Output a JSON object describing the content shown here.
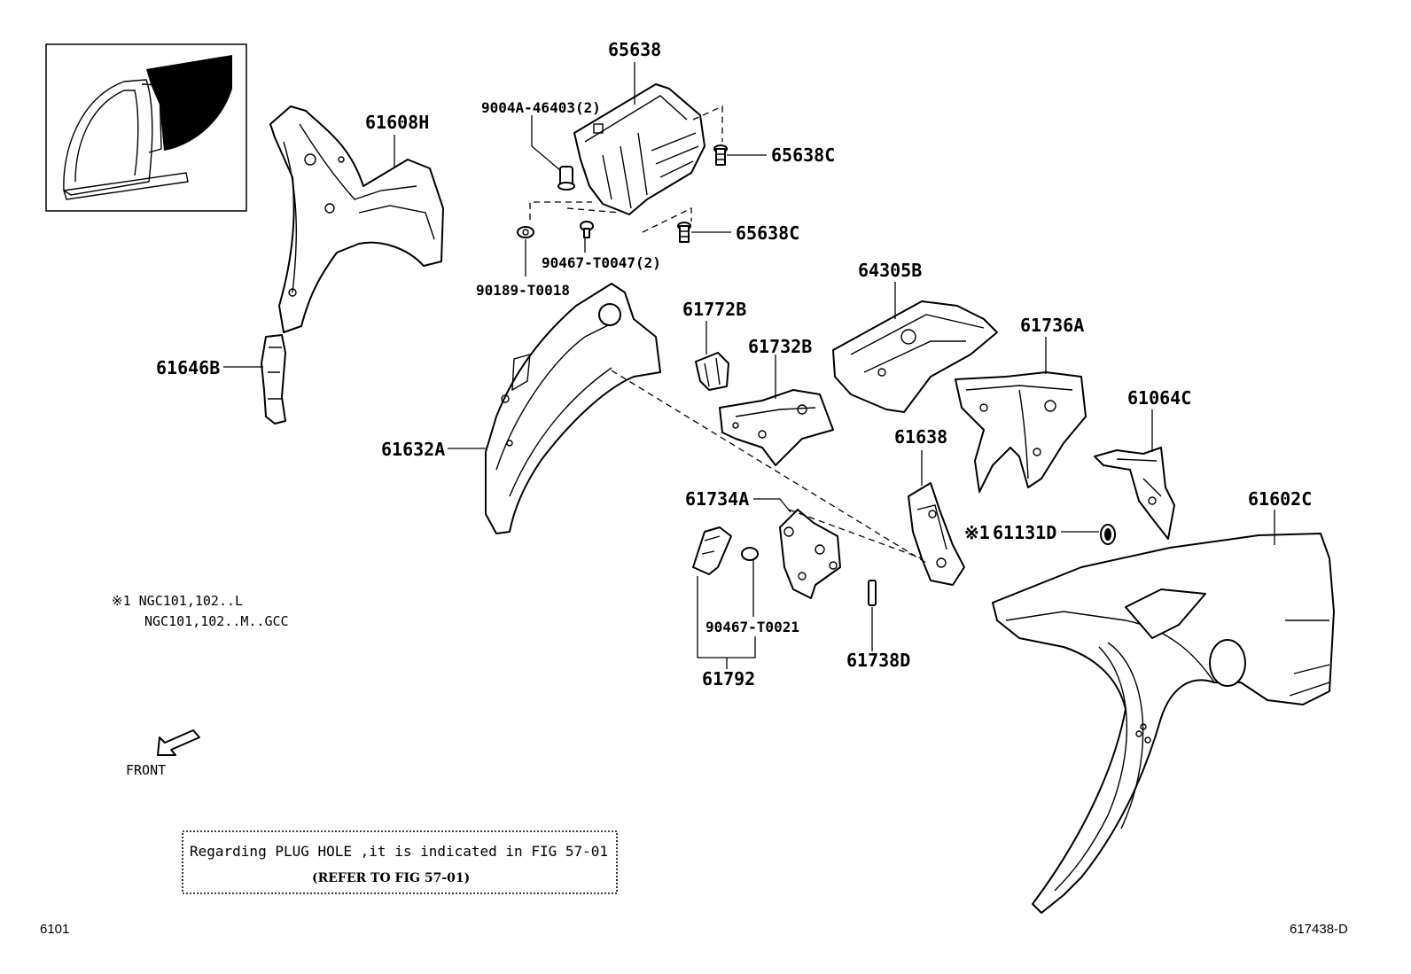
{
  "parts": {
    "p65638": "65638",
    "p9004a": "9004A-46403(2)",
    "p65638c_1": "65638C",
    "p65638c_2": "65638C",
    "p90467_t0047": "90467-T0047(2)",
    "p90189": "90189-T0018",
    "p61608h": "61608H",
    "p61646b": "61646B",
    "p61632a": "61632A",
    "p61772b": "61772B",
    "p61732b": "61732B",
    "p64305b": "64305B",
    "p61736a": "61736A",
    "p61064c": "61064C",
    "p61638": "61638",
    "p61131d": "61131D",
    "p61131d_mark": "※1",
    "p61602c": "61602C",
    "p61734a": "61734A",
    "p90467_t0021": "90467-T0021",
    "p61792": "61792",
    "p61738d": "61738D"
  },
  "footnote": {
    "line1": "※1 NGC101,102..L",
    "line2": "NGC101,102..M..GCC"
  },
  "front_label": "FRONT",
  "notice": {
    "line1": "Regarding PLUG HOLE ,it is indicated in FIG 57-01",
    "line2": "(REFER TO FIG 57-01)"
  },
  "page_code_left": "6101",
  "page_code_right": "617438-D"
}
